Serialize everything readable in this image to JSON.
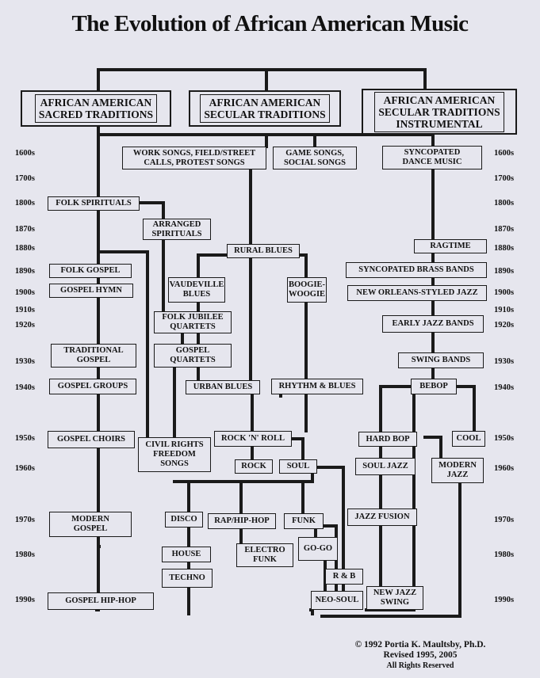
{
  "title": "The Evolution of African American Music",
  "headers": [
    {
      "id": "sacred",
      "text": "AFRICAN AMERICAN\nSACRED TRADITIONS"
    },
    {
      "id": "secular",
      "text": "AFRICAN AMERICAN\nSECULAR TRADITIONS"
    },
    {
      "id": "instrumental",
      "text": "AFRICAN AMERICAN\nSECULAR TRADITIONS\nINSTRUMENTAL"
    }
  ],
  "years_left": [
    "1600s",
    "1700s",
    "1800s",
    "1870s",
    "1880s",
    "1890s",
    "1900s",
    "1910s",
    "1920s",
    "1930s",
    "1940s",
    "1950s",
    "1960s",
    "1970s",
    "1980s",
    "1990s"
  ],
  "years_right": [
    "1600s",
    "1700s",
    "1800s",
    "1870s",
    "1880s",
    "1890s",
    "1900s",
    "1910s",
    "1920s",
    "1930s",
    "1940s",
    "1950s",
    "1960s",
    "1970s",
    "1980s",
    "1990s"
  ],
  "genres": {
    "work_songs": "WORK SONGS, FIELD/STREET\nCALLS, PROTEST SONGS",
    "game_songs": "GAME SONGS,\nSOCIAL SONGS",
    "syncopated_dance": "SYNCOPATED\nDANCE MUSIC",
    "folk_spirituals": "FOLK SPIRITUALS",
    "arranged_spirituals": "ARRANGED\nSPIRITUALS",
    "rural_blues": "RURAL BLUES",
    "ragtime": "RAGTIME",
    "folk_gospel": "FOLK GOSPEL",
    "vaudeville_blues": "VAUDEVILLE\nBLUES",
    "boogie_woogie": "BOOGIE-\nWOOGIE",
    "syncopated_brass": "SYNCOPATED BRASS BANDS",
    "gospel_hymn": "GOSPEL HYMN",
    "new_orleans": "NEW ORLEANS-STYLED JAZZ",
    "folk_jubilee": "FOLK JUBILEE\nQUARTETS",
    "early_jazz": "EARLY JAZZ BANDS",
    "traditional_gospel": "TRADITIONAL\nGOSPEL",
    "gospel_quartets": "GOSPEL\nQUARTETS",
    "swing_bands": "SWING BANDS",
    "gospel_groups": "GOSPEL GROUPS",
    "urban_blues": "URBAN BLUES",
    "rhythm_blues": "RHYTHM & BLUES",
    "bebop": "BEBOP",
    "gospel_choirs": "GOSPEL CHOIRS",
    "civil_rights": "CIVIL RIGHTS\nFREEDOM\nSONGS",
    "rock_n_roll": "ROCK 'N' ROLL",
    "hard_bop": "HARD BOP",
    "cool": "COOL",
    "rock": "ROCK",
    "soul": "SOUL",
    "soul_jazz": "SOUL JAZZ",
    "modern_jazz": "MODERN\nJAZZ",
    "modern_gospel": "MODERN\nGOSPEL",
    "disco": "DISCO",
    "rap_hiphop": "RAP/HIP-HOP",
    "funk": "FUNK",
    "jazz_fusion": "JAZZ FUSION",
    "house": "HOUSE",
    "electro_funk": "ELECTRO\nFUNK",
    "go_go": "GO-GO",
    "techno": "TECHNO",
    "r_and_b": "R & B",
    "gospel_hiphop": "GOSPEL HIP-HOP",
    "neo_soul": "NEO-SOUL",
    "new_jazz_swing": "NEW JAZZ\nSWING"
  },
  "credit": [
    "© 1992 Portia K. Maultsby, Ph.D.",
    "Revised 1995, 2005",
    "All Rights Reserved"
  ],
  "colors": {
    "background": "#e6e6ee",
    "ink": "#1a1a1a"
  }
}
